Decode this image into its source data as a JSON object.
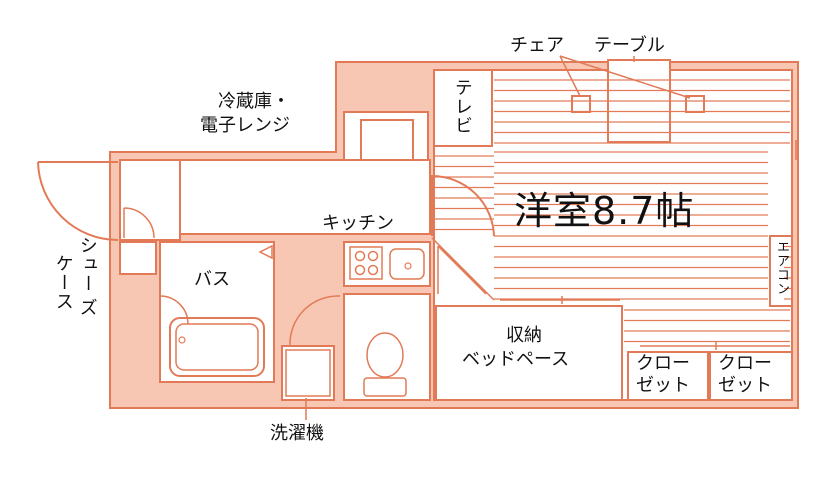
{
  "colors": {
    "wall_fill": "#f7c7b3",
    "line": "#e27a57",
    "background": "#ffffff",
    "text": "#111111"
  },
  "labels": {
    "chair": "チェア",
    "table": "テーブル",
    "tv": "テレビ",
    "fridge_line1": "冷蔵庫・",
    "fridge_line2": "電子レンジ",
    "room_name": "洋室8.7帖",
    "kitchen": "キッチン",
    "shoe_case_col1": "シュー",
    "shoe_case_col2": "ケース",
    "shoe_case_col3": "ズ",
    "bath": "バス",
    "aircon": "エアコン",
    "storage_line1": "収納",
    "storage_line2": "ベッドペース",
    "closet1_line1": "クロー",
    "closet1_line2": "ゼット",
    "closet2_line1": "クロー",
    "closet2_line2": "ゼット",
    "washer": "洗濯機"
  }
}
